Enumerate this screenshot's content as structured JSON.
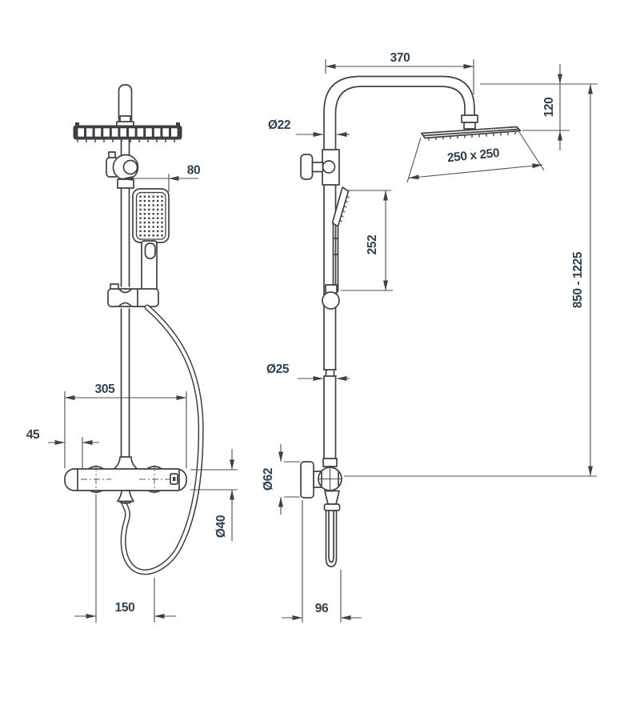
{
  "drawing": {
    "type": "technical-dimension-drawing",
    "subject": "Shower column set - front and side elevations with installation dimensions (mm)",
    "colors": {
      "line": "#3d4246",
      "dimension_text": "#2c4154",
      "background": "#ffffff"
    },
    "front_view": {
      "dimensions": {
        "handset_width": "80",
        "mixer_overall_width": "305",
        "handle_offset": "45",
        "mixer_body_diameter": "Ø40",
        "inlet_spacing": "150"
      }
    },
    "side_view": {
      "dimensions": {
        "arm_reach": "370",
        "head_drop": "120",
        "head_size": "250 x 250",
        "upper_pipe_diameter": "Ø22",
        "handset_length": "252",
        "lower_pipe_diameter": "Ø25",
        "wall_bracket_diameter": "Ø62",
        "wall_offset": "96",
        "column_height_range": "850 - 1225"
      }
    }
  }
}
